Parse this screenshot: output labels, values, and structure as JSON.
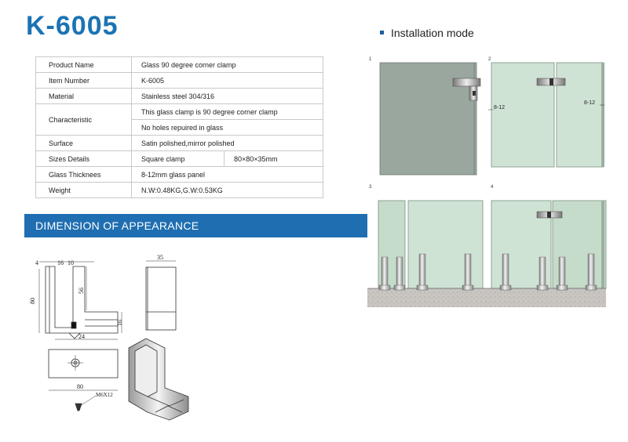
{
  "product": {
    "code": "K-6005"
  },
  "specs": {
    "product_name_label": "Product Name",
    "product_name_value": "Glass 90 degree corner clamp",
    "item_number_label": "Item Number",
    "item_number_value": "K-6005",
    "material_label": "Material",
    "material_value": "Stainless steel 304/316",
    "characteristic_label": "Characteristic",
    "characteristic_value_1": "This glass clamp is 90 degree corner clamp",
    "characteristic_value_2": "No holes repuired in glass",
    "surface_label": "Surface",
    "surface_value": "Satin polished,mirror polished",
    "sizes_label": "Sizes Details",
    "sizes_value_1": "Square clamp",
    "sizes_value_2": "80×80×35mm",
    "glass_label": "Glass Thicknees",
    "glass_value": "8-12mm glass panel",
    "weight_label": "Weight",
    "weight_value": "N.W:0.48KG,G.W:0.53KG"
  },
  "dimension_section": {
    "title": "DIMENSION OF APPEARANCE"
  },
  "dimensions": {
    "d4": "4",
    "d16": "16",
    "d10": "10",
    "d80_side": "80",
    "d56": "56",
    "d16b": "16",
    "d24": "24",
    "d35": "35",
    "d80_bottom": "80",
    "screw": "M6X12"
  },
  "installation": {
    "heading": "Installation mode",
    "step1": "1",
    "step2": "2",
    "step3": "3",
    "step4": "4",
    "glass_range_a": "8-12",
    "glass_range_b": "8-12"
  },
  "colors": {
    "brand_blue": "#1b73b4",
    "bar_blue": "#1f6eb1"
  }
}
